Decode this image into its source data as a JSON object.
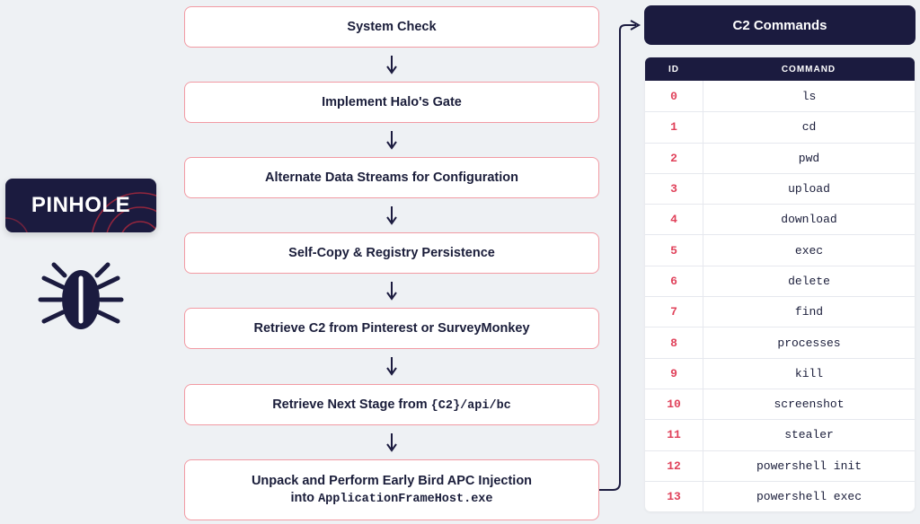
{
  "badge": {
    "label": "PINHOLE"
  },
  "steps": [
    {
      "text": "System Check"
    },
    {
      "text": "Implement Halo's Gate"
    },
    {
      "text": "Alternate Data Streams for Configuration"
    },
    {
      "text": "Self-Copy & Registry Persistence"
    },
    {
      "text": "Retrieve C2 from Pinterest or SurveyMonkey"
    },
    {
      "text": "Retrieve Next Stage from ",
      "code": "{C2}/api/bc"
    },
    {
      "line1": "Unpack and Perform Early Bird APC Injection",
      "line2_prefix": "into ",
      "line2_code": "ApplicationFrameHost.exe"
    }
  ],
  "c2": {
    "title": "C2 Commands",
    "columns": {
      "id": "ID",
      "command": "COMMAND"
    },
    "rows": [
      {
        "id": "0",
        "command": "ls"
      },
      {
        "id": "1",
        "command": "cd"
      },
      {
        "id": "2",
        "command": "pwd"
      },
      {
        "id": "3",
        "command": "upload"
      },
      {
        "id": "4",
        "command": "download"
      },
      {
        "id": "5",
        "command": "exec"
      },
      {
        "id": "6",
        "command": "delete"
      },
      {
        "id": "7",
        "command": "find"
      },
      {
        "id": "8",
        "command": "processes"
      },
      {
        "id": "9",
        "command": "kill"
      },
      {
        "id": "10",
        "command": "screenshot"
      },
      {
        "id": "11",
        "command": "stealer"
      },
      {
        "id": "12",
        "command": "powershell init"
      },
      {
        "id": "13",
        "command": "powershell exec"
      }
    ]
  },
  "icons": {
    "badge_decoration": "concentric-rings",
    "malware": "bug-icon",
    "flow_arrow": "arrow-down-icon"
  },
  "colors": {
    "navy": "#1b1b3f",
    "step_border": "#f29aa3",
    "id_red": "#e0415a",
    "background": "#eef1f4"
  }
}
